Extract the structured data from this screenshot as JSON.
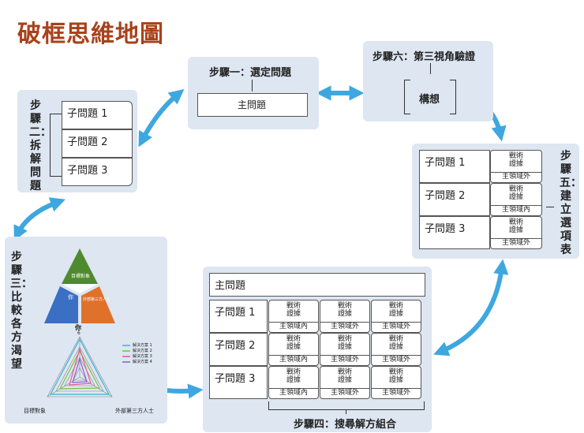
{
  "title": "破框思維地圖",
  "step1": {
    "label": "步驟一：選定問題",
    "main_problem": "主問題"
  },
  "step2": {
    "label": "步驟二：拆解問題",
    "subs": [
      "子問題 1",
      "子問題 2",
      "子問題 3"
    ]
  },
  "step3": {
    "label": "步驟三：比較各方渴望",
    "triangle": {
      "top": "目標對象",
      "left": "你",
      "right": "外部第三方人士"
    },
    "radar": {
      "axis_top": "你",
      "axis_left": "目標對象",
      "axis_right": "外部第三方人士",
      "tick": "6",
      "legend": [
        "解決方案 1",
        "解決方案 2",
        "解決方案 3",
        "解決方案 4"
      ],
      "colors": [
        "#3fb0d9",
        "#7ac143",
        "#e65a8c",
        "#8a5bd6"
      ]
    }
  },
  "step4": {
    "label": "步驟四：搜尋解方組合",
    "main_problem": "主問題",
    "subs": [
      "子問題 1",
      "子問題 2",
      "子問題 3"
    ],
    "tactic": "戰術",
    "evidence": "證據",
    "in_domain": "主領域內",
    "out_domain": "主領域外"
  },
  "step5": {
    "label": "步驟五：建立選項表",
    "subs": [
      "子問題 1",
      "子問題 2",
      "子問題 3"
    ],
    "tactic": "戰術",
    "evidence": "證據",
    "domains": [
      "主領域外",
      "主領域內",
      "主領域外"
    ]
  },
  "step6": {
    "label": "步驟六：第三視角驗證",
    "concept": "構想"
  },
  "colors": {
    "panel": "#dde6f1",
    "arrow": "#3fa7df",
    "title": "#a8421c",
    "green": "#4f8a2e",
    "blue": "#3a6fc4",
    "orange": "#e0712b"
  }
}
